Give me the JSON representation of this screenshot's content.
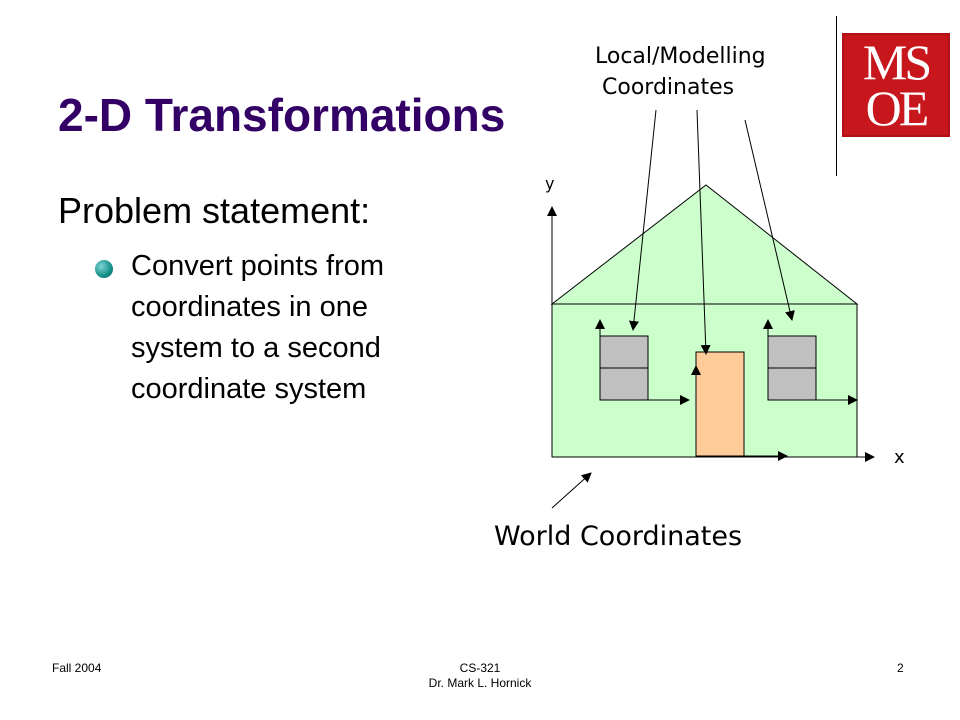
{
  "slide": {
    "title": "2-D Transformations",
    "subtitle": "Problem statement:",
    "bullet": "Convert points from coordinates in one system to a second coordinate system"
  },
  "logo": {
    "line1": "MS",
    "line2": "OE",
    "color": "#c8161d"
  },
  "diagram": {
    "local_label_line1": "Local/Modelling",
    "local_label_line2": "Coordinates",
    "world_label": "World Coordinates",
    "axis_x": "x",
    "axis_y": "y",
    "colors": {
      "house_fill": "#ccffcc",
      "door_fill": "#ffcc99",
      "window_fill": "#c0c0c0"
    }
  },
  "footer": {
    "left": "Fall 2004",
    "center_line1": "CS-321",
    "center_line2": "Dr. Mark L. Hornick",
    "page": "2"
  }
}
